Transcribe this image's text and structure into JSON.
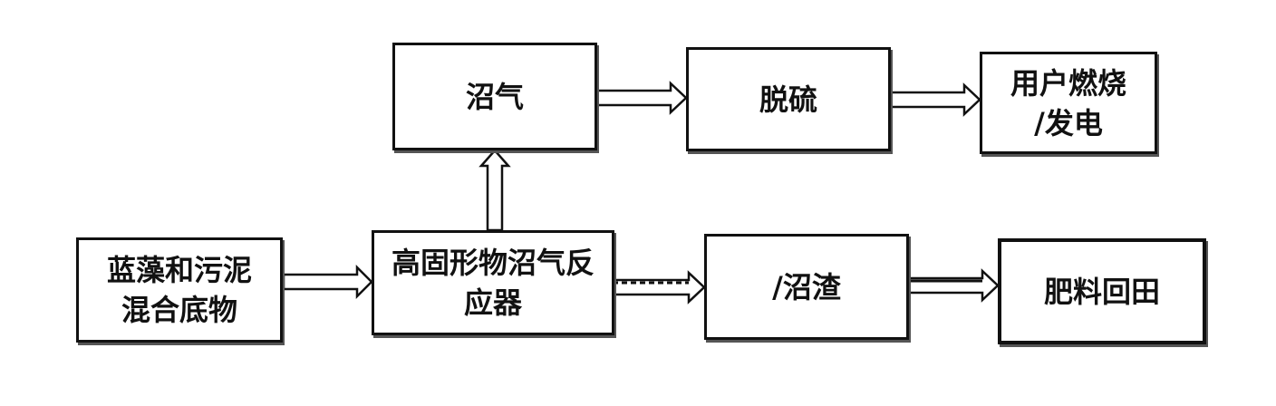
{
  "nodes": {
    "feedstock": "蓝藻和污泥\n混合底物",
    "reactor": "高固形物沼气反\n应器",
    "biogas": "沼气",
    "desulfurization": "脱硫",
    "use": "用户燃烧\n/发电",
    "residue": "/沼渣",
    "fertilizer": "肥料回田"
  }
}
